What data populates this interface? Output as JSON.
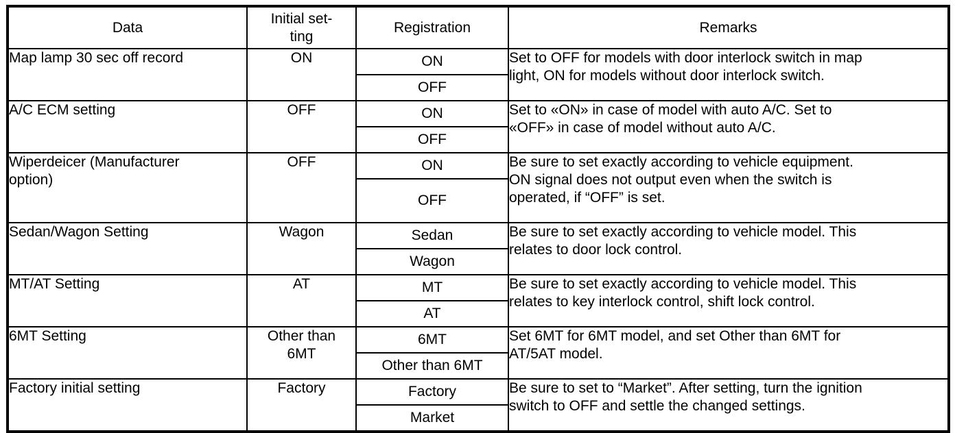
{
  "table": {
    "headers": {
      "data": "Data",
      "initial_setting": "Initial set-\nting",
      "registration": "Registration",
      "remarks": "Remarks"
    },
    "rows": [
      {
        "data": "Map lamp 30 sec off record",
        "initial": "ON",
        "registration": [
          "ON",
          "OFF"
        ],
        "remarks": "Set to OFF for models with door interlock switch in map\nlight, ON for models without door interlock switch."
      },
      {
        "data": "A/C ECM setting",
        "initial": "OFF",
        "registration": [
          "ON",
          "OFF"
        ],
        "remarks": "Set to «ON» in case of model with auto A/C. Set to\n«OFF» in case of model without auto A/C."
      },
      {
        "data": "Wiperdeicer (Manufacturer\noption)",
        "initial": "OFF",
        "registration": [
          "ON",
          "OFF"
        ],
        "remarks": "Be sure to set exactly according to vehicle equipment.\nON signal does not output even when the switch is\noperated, if “OFF” is set."
      },
      {
        "data": "Sedan/Wagon Setting",
        "initial": "Wagon",
        "registration": [
          "Sedan",
          "Wagon"
        ],
        "remarks": "Be sure to set exactly according to vehicle model. This\nrelates to door lock control."
      },
      {
        "data": "MT/AT Setting",
        "initial": "AT",
        "registration": [
          "MT",
          "AT"
        ],
        "remarks": "Be sure to set exactly according to vehicle model. This\nrelates to key interlock control, shift lock control."
      },
      {
        "data": "6MT Setting",
        "initial": "Other than\n6MT",
        "registration": [
          "6MT",
          "Other than 6MT"
        ],
        "remarks": "Set 6MT for 6MT model, and set Other than 6MT for\nAT/5AT model."
      },
      {
        "data": "Factory initial setting",
        "initial": "Factory",
        "registration": [
          "Factory",
          "Market"
        ],
        "remarks": "Be sure to set to “Market”. After setting, turn the ignition\nswitch to OFF and settle the changed settings."
      }
    ]
  }
}
